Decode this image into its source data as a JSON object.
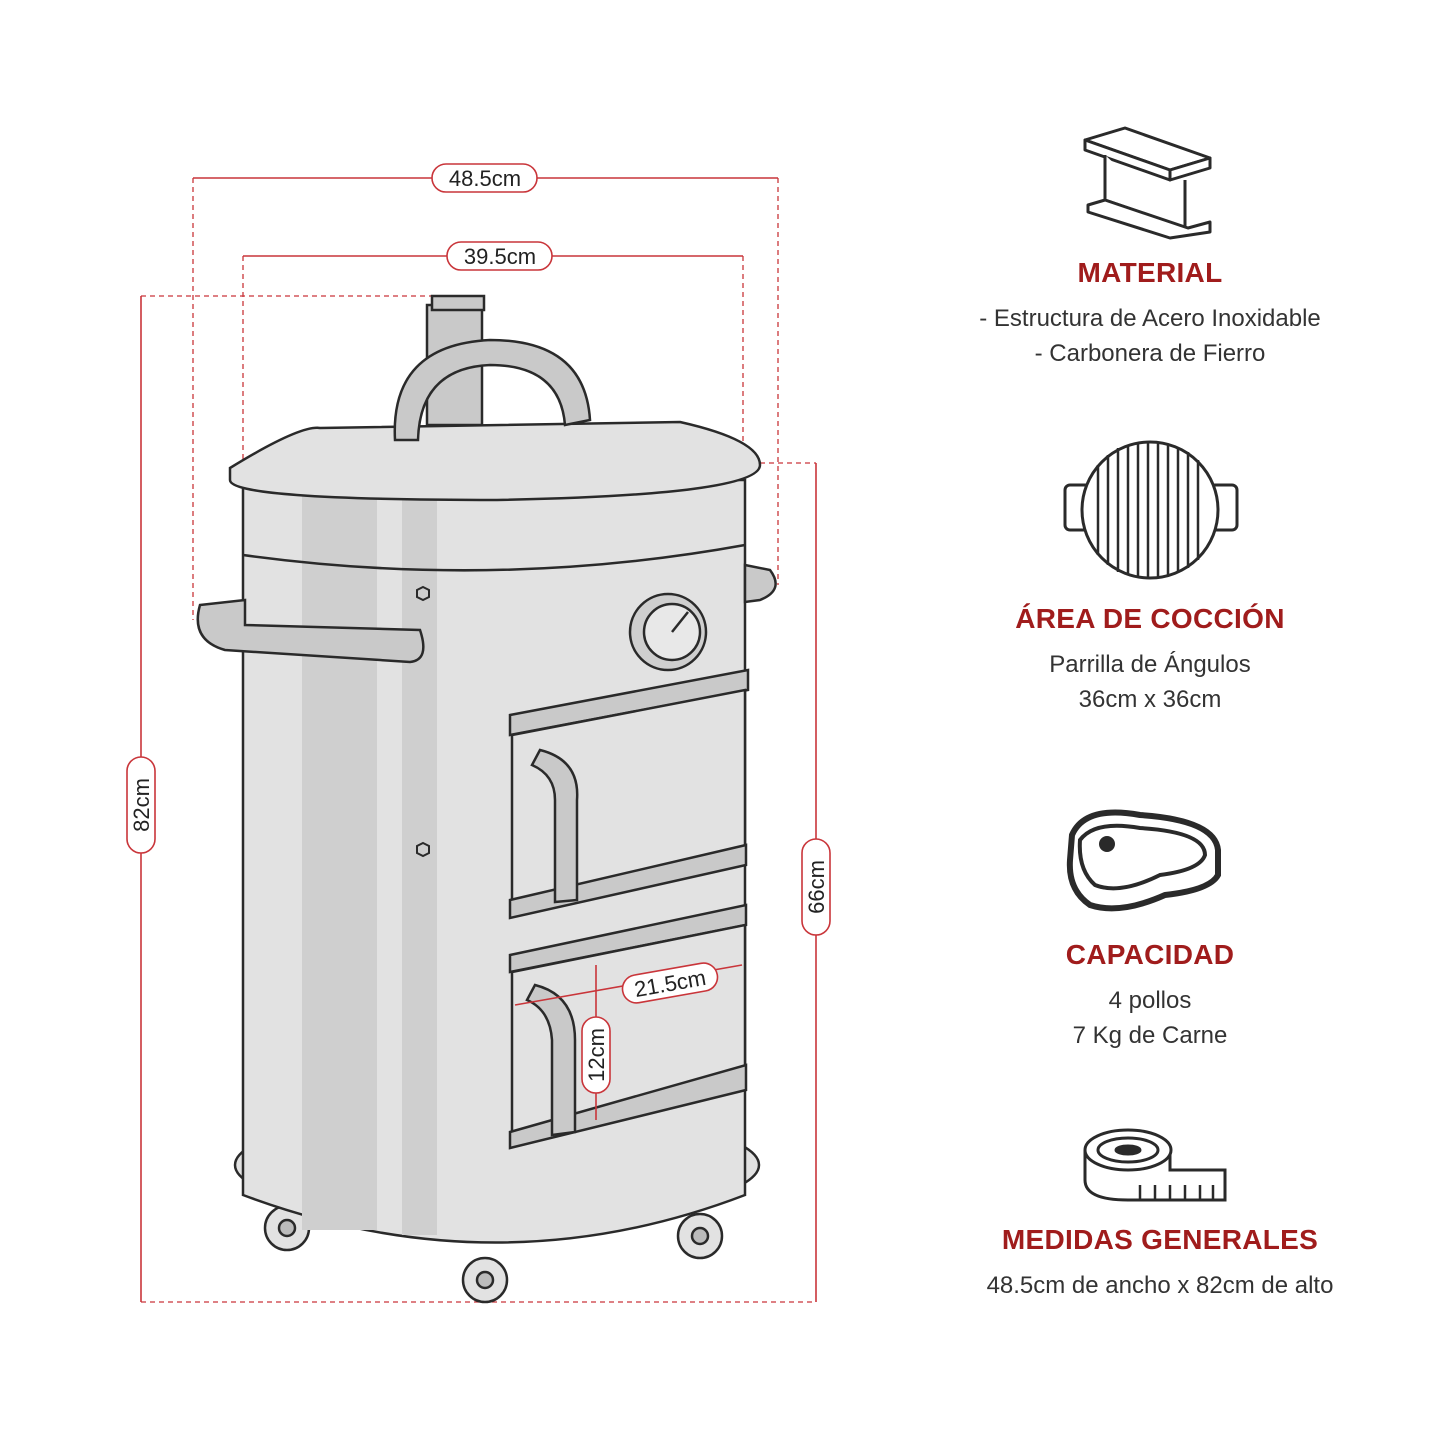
{
  "dimensions": {
    "outer_width": "48.5cm",
    "inner_width": "39.5cm",
    "total_height": "82cm",
    "body_height": "66cm",
    "door_width": "21.5cm",
    "door_height": "12cm"
  },
  "features": [
    {
      "icon": "steel-beam-icon",
      "title": "MATERIAL",
      "lines": [
        "- Estructura de Acero Inoxidable",
        "- Carbonera de Fierro"
      ]
    },
    {
      "icon": "grill-grate-icon",
      "title": "ÁREA DE COCCIÓN",
      "lines": [
        "Parrilla de Ángulos",
        "36cm x 36cm"
      ]
    },
    {
      "icon": "steak-icon",
      "title": "CAPACIDAD",
      "lines": [
        "4 pollos",
        "7 Kg de Carne"
      ]
    },
    {
      "icon": "measuring-tape-icon",
      "title": "MEDIDAS GENERALES",
      "lines": [
        "48.5cm de ancho x 82cm de alto"
      ]
    }
  ],
  "colors": {
    "accent": "#a01c1c",
    "text": "#333333",
    "body": "#e2e2e2",
    "stroke": "#2a2a2a"
  }
}
